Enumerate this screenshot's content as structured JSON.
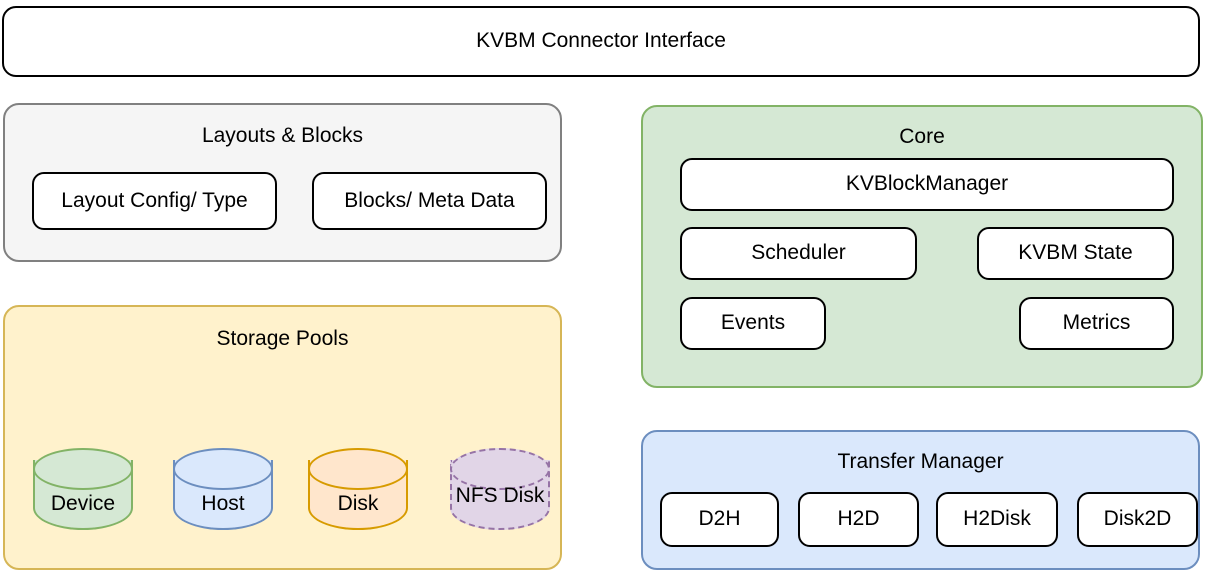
{
  "diagram": {
    "title": "KVBM Connector Interface",
    "connector_bar": {
      "label": "KVBM Connector Interface"
    },
    "groups": {
      "layouts": {
        "title": "Layouts & Blocks",
        "fill": "#f5f5f5",
        "stroke": "#808080",
        "nodes": [
          {
            "label": "Layout Config/ Type"
          },
          {
            "label": "Blocks/ Meta Data"
          }
        ]
      },
      "core": {
        "title": "Core",
        "fill": "#d5e8d4",
        "stroke": "#82b366",
        "nodes": [
          {
            "label": "KVBlockManager"
          },
          {
            "label": "Scheduler"
          },
          {
            "label": "KVBM State"
          },
          {
            "label": "Events"
          },
          {
            "label": "Metrics"
          }
        ]
      },
      "storage": {
        "title": "Storage Pools",
        "fill": "#fff2cc",
        "stroke": "#d6b656",
        "pools": [
          {
            "label": "Device",
            "fill": "#d5e8d4",
            "stroke": "#82b366",
            "dashed": false
          },
          {
            "label": "Host",
            "fill": "#dae8fc",
            "stroke": "#6c8ebf",
            "dashed": false
          },
          {
            "label": "Disk",
            "fill": "#ffe6cc",
            "stroke": "#d79b00",
            "dashed": false
          },
          {
            "label": "NFS Disk",
            "fill": "#e1d5e7",
            "stroke": "#9673a6",
            "dashed": true
          }
        ]
      },
      "transfer": {
        "title": "Transfer Manager",
        "fill": "#dae8fc",
        "stroke": "#6c8ebf",
        "nodes": [
          {
            "label": "D2H"
          },
          {
            "label": "H2D"
          },
          {
            "label": "H2Disk"
          },
          {
            "label": "Disk2D"
          }
        ]
      }
    }
  }
}
